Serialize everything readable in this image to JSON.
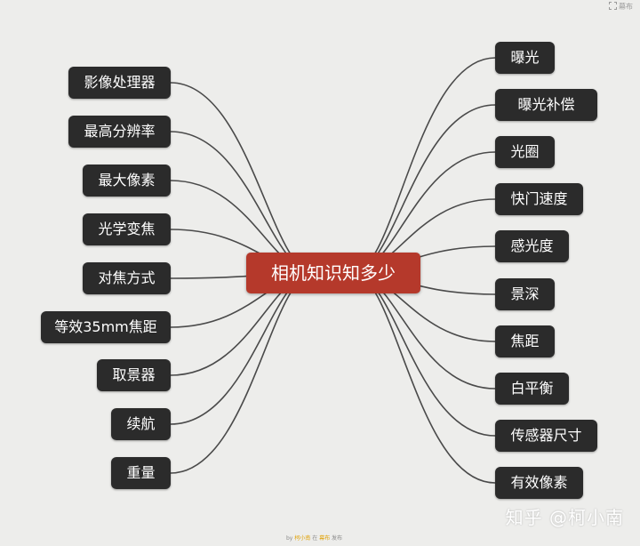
{
  "toolbar": {
    "fullscreen_label": "幕布"
  },
  "mindmap": {
    "center": "相机知识知多少",
    "left": [
      "影像处理器",
      "最高分辨率",
      "最大像素",
      "光学变焦",
      "对焦方式",
      "等效35mm焦距",
      "取景器",
      "续航",
      "重量"
    ],
    "right": [
      "曝光",
      "曝光补偿",
      "光圈",
      "快门速度",
      "感光度",
      "景深",
      "焦距",
      "白平衡",
      "传感器尺寸",
      "有效像素"
    ]
  },
  "watermark": "知乎 @柯小南",
  "credit": {
    "prefix": "by ",
    "name": "柯小南",
    "middle": " 在 ",
    "brand": "幕布",
    "suffix": " 发布"
  },
  "colors": {
    "center": "#b5392b",
    "node": "#2b2b2b",
    "line": "#4a4a4a",
    "background": "#ededeb"
  }
}
